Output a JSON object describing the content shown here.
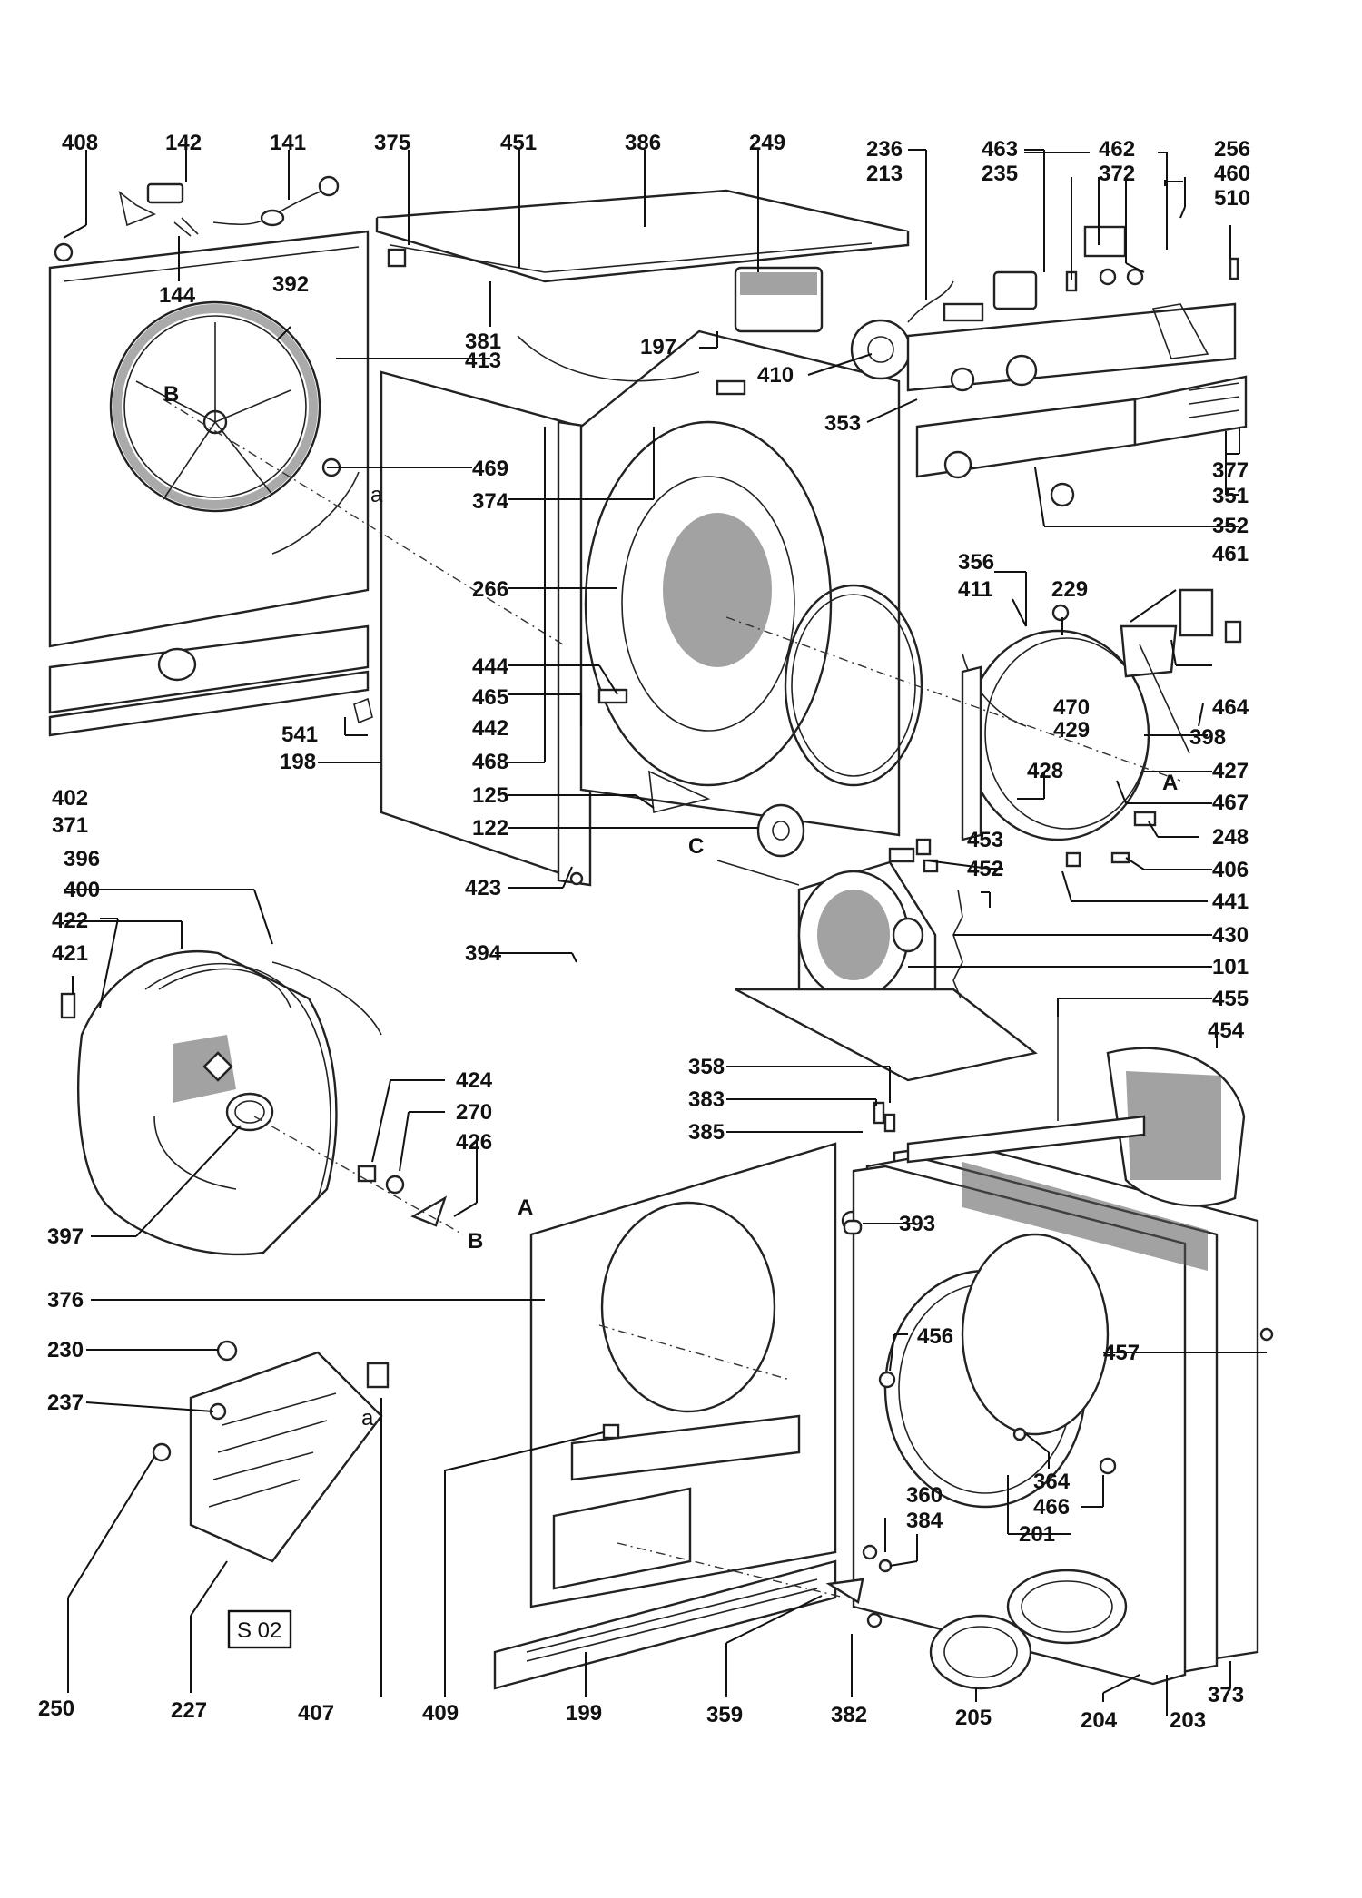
{
  "diagram": {
    "figure_code": "S 02",
    "reference_letters": [
      "A",
      "B",
      "C",
      "a"
    ],
    "part_numbers": [
      "408",
      "142",
      "141",
      "375",
      "451",
      "386",
      "249",
      "236",
      "213",
      "463",
      "462",
      "256",
      "235",
      "372",
      "460",
      "510",
      "144",
      "392",
      "381",
      "413",
      "197",
      "410",
      "353",
      "377",
      "351",
      "352",
      "469",
      "374",
      "266",
      "356",
      "411",
      "229",
      "461",
      "444",
      "465",
      "442",
      "470",
      "429",
      "398",
      "464",
      "541",
      "198",
      "468",
      "428",
      "427",
      "402",
      "371",
      "125",
      "467",
      "122",
      "453",
      "248",
      "452",
      "406",
      "423",
      "441",
      "396",
      "400",
      "422",
      "421",
      "430",
      "394",
      "101",
      "455",
      "454",
      "358",
      "383",
      "385",
      "424",
      "270",
      "426",
      "393",
      "397",
      "376",
      "456",
      "457",
      "230",
      "237",
      "364",
      "466",
      "360",
      "384",
      "201",
      "250",
      "227",
      "407",
      "409",
      "199",
      "359",
      "382",
      "205",
      "204",
      "203",
      "373"
    ]
  }
}
